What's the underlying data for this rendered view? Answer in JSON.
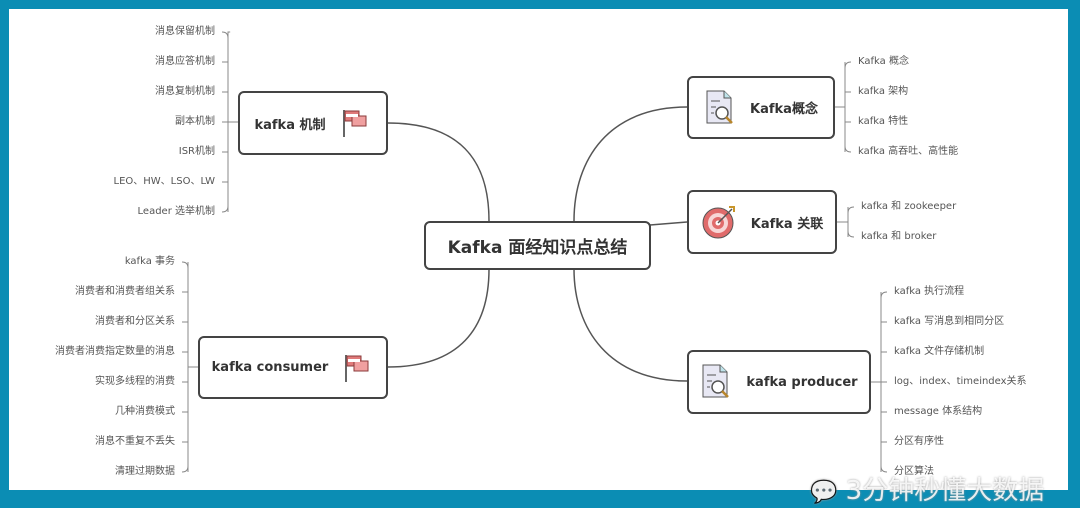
{
  "center": "Kafka 面经知识点总结",
  "mechanism": {
    "title": "kafka 机制",
    "icon": "flag-icon",
    "items": [
      "消息保留机制",
      "消息应答机制",
      "消息复制机制",
      "副本机制",
      "ISR机制",
      "LEO、HW、LSO、LW",
      "Leader 选举机制"
    ]
  },
  "consumer": {
    "title": "kafka consumer",
    "icon": "flag-icon",
    "items": [
      "kafka 事务",
      "消费者和消费者组关系",
      "消费者和分区关系",
      "消费者消费指定数量的消息",
      "实现多线程的消费",
      "几种消费模式",
      "消息不重复不丢失",
      "清理过期数据"
    ]
  },
  "concept": {
    "title": "Kafka概念",
    "icon": "document-search-icon",
    "items": [
      "Kafka 概念",
      "kafka 架构",
      "kafka 特性",
      "kafka 高吞吐、高性能"
    ]
  },
  "relation": {
    "title": "Kafka 关联",
    "icon": "target-icon",
    "items": [
      "kafka 和 zookeeper",
      "kafka 和 broker"
    ]
  },
  "producer": {
    "title": "kafka producer",
    "icon": "document-search-icon",
    "items": [
      "kafka 执行流程",
      "kafka 写消息到相同分区",
      "kafka 文件存储机制",
      "log、index、timeindex关系",
      "message 体系结构",
      "分区有序性",
      "分区算法"
    ]
  },
  "watermark": "3分钟秒懂大数据",
  "colors": {
    "frame": "#0b8db4",
    "node_border": "#444444",
    "flag": "#e07a7a"
  }
}
